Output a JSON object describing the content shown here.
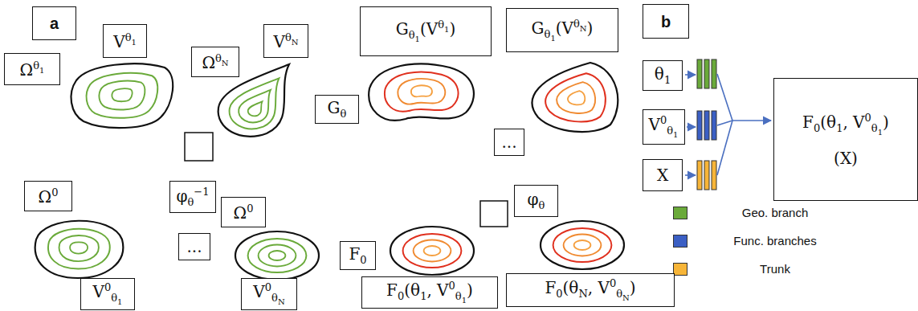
{
  "diagram": {
    "nodes": [
      {
        "text": [
          "a"
        ]
      },
      {
        "text": [
          "Ωθ1"
        ]
      },
      {
        "text": [
          "Vθ1"
        ]
      },
      {
        "text": [
          "ΩθN"
        ]
      },
      {
        "text": [
          "VθN"
        ]
      },
      {
        "text": [
          "Gθ1(Vθ1)"
        ]
      },
      {
        "text": [
          "Gθ1(VθN)"
        ]
      },
      {
        "text": [
          "b"
        ]
      },
      {
        "text": [
          "Gθ"
        ]
      },
      {
        "text": [
          "..."
        ]
      },
      {
        "text": [
          "θ1"
        ]
      },
      {
        "text": [
          "V0θ1"
        ]
      },
      {
        "text": [
          "F0(θ1, V0θ1)",
          "(X)"
        ]
      },
      {
        "text": [
          "X"
        ]
      },
      {
        "text": [
          "Ω0"
        ]
      },
      {
        "text": [
          "φθ−1"
        ]
      },
      {
        "text": [
          "Ω0"
        ]
      },
      {
        "text": [
          "φθ"
        ]
      },
      {
        "text": [
          "..."
        ]
      },
      {
        "text": [
          "F0"
        ]
      },
      {
        "text": [
          "V0θ1"
        ]
      },
      {
        "text": [
          "V0θN"
        ]
      },
      {
        "text": [
          "F0(θ1, V0θ1)"
        ]
      },
      {
        "text": [
          "F0(θN, V0θN)"
        ]
      }
    ],
    "legend": [
      {
        "text": "Geo. branch",
        "color": "#6aaa3a"
      },
      {
        "text": "Func. branches",
        "color": "#3b5fc4"
      },
      {
        "text": "Trunk",
        "color": "#f7b538"
      }
    ]
  }
}
